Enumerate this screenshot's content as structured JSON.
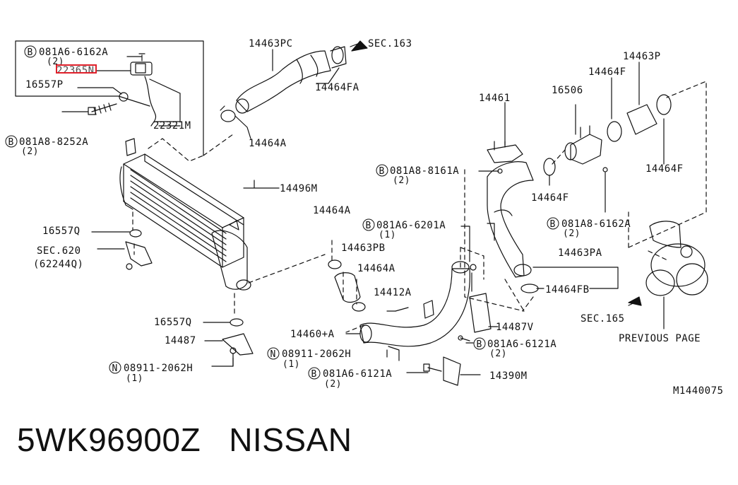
{
  "labels": {
    "bolt_081A6_6162A_top": "081A6-6162A",
    "qty_2_top": "(2)",
    "sensor_part": "22365N",
    "p16557P": "16557P",
    "bolt_081A8_8252A": "081A8-8252A",
    "qty_2_8252": "(2)",
    "p22321M": "22321M",
    "p14463PC": "14463PC",
    "sec163": "SEC.163",
    "p14464FA": "14464FA",
    "p14464A_top": "14464A",
    "p14496M": "14496M",
    "p16557Q_upper": "16557Q",
    "sec620": "SEC.620",
    "sec620_sub": "(62244Q)",
    "p16557Q_lower": "16557Q",
    "p14487": "14487",
    "nut_08911_left": "08911-2062H",
    "qty_1_left": "(1)",
    "p14461": "14461",
    "bolt_081A8_8161A": "081A8-8161A",
    "qty_2_8161": "(2)",
    "p16506": "16506",
    "p14464F_top": "14464F",
    "p14463P": "14463P",
    "p14464F_right": "14464F",
    "p14464F_mid": "14464F",
    "bolt_081A8_6162A": "081A8-6162A",
    "qty_2_8_6162": "(2)",
    "p14464A_mid": "14464A",
    "bolt_081A6_6201A": "081A6-6201A",
    "qty_1_6201": "(1)",
    "p14463PB": "14463PB",
    "p14464A_low": "14464A",
    "p14412A": "14412A",
    "p14463PA": "14463PA",
    "p14464FB": "14464FB",
    "p14460A": "14460+A",
    "p14487V": "14487V",
    "bolt_081A6_6121A_right": "081A6-6121A",
    "qty_2_6121_right": "(2)",
    "nut_08911_mid": "08911-2062H",
    "qty_1_mid": "(1)",
    "bolt_081A6_6121A_low": "081A6-6121A",
    "qty_2_6121_low": "(2)",
    "p14390M": "14390M",
    "sec165": "SEC.165",
    "previous_page": "PREVIOUS PAGE",
    "diagram_code": "M1440075",
    "prefix_b": "B",
    "prefix_n": "N"
  },
  "caption": {
    "part_number": "5WK96900Z",
    "brand": "NISSAN"
  },
  "colors": {
    "line": "#111111",
    "highlight": "#e0202a",
    "background": "#ffffff"
  }
}
